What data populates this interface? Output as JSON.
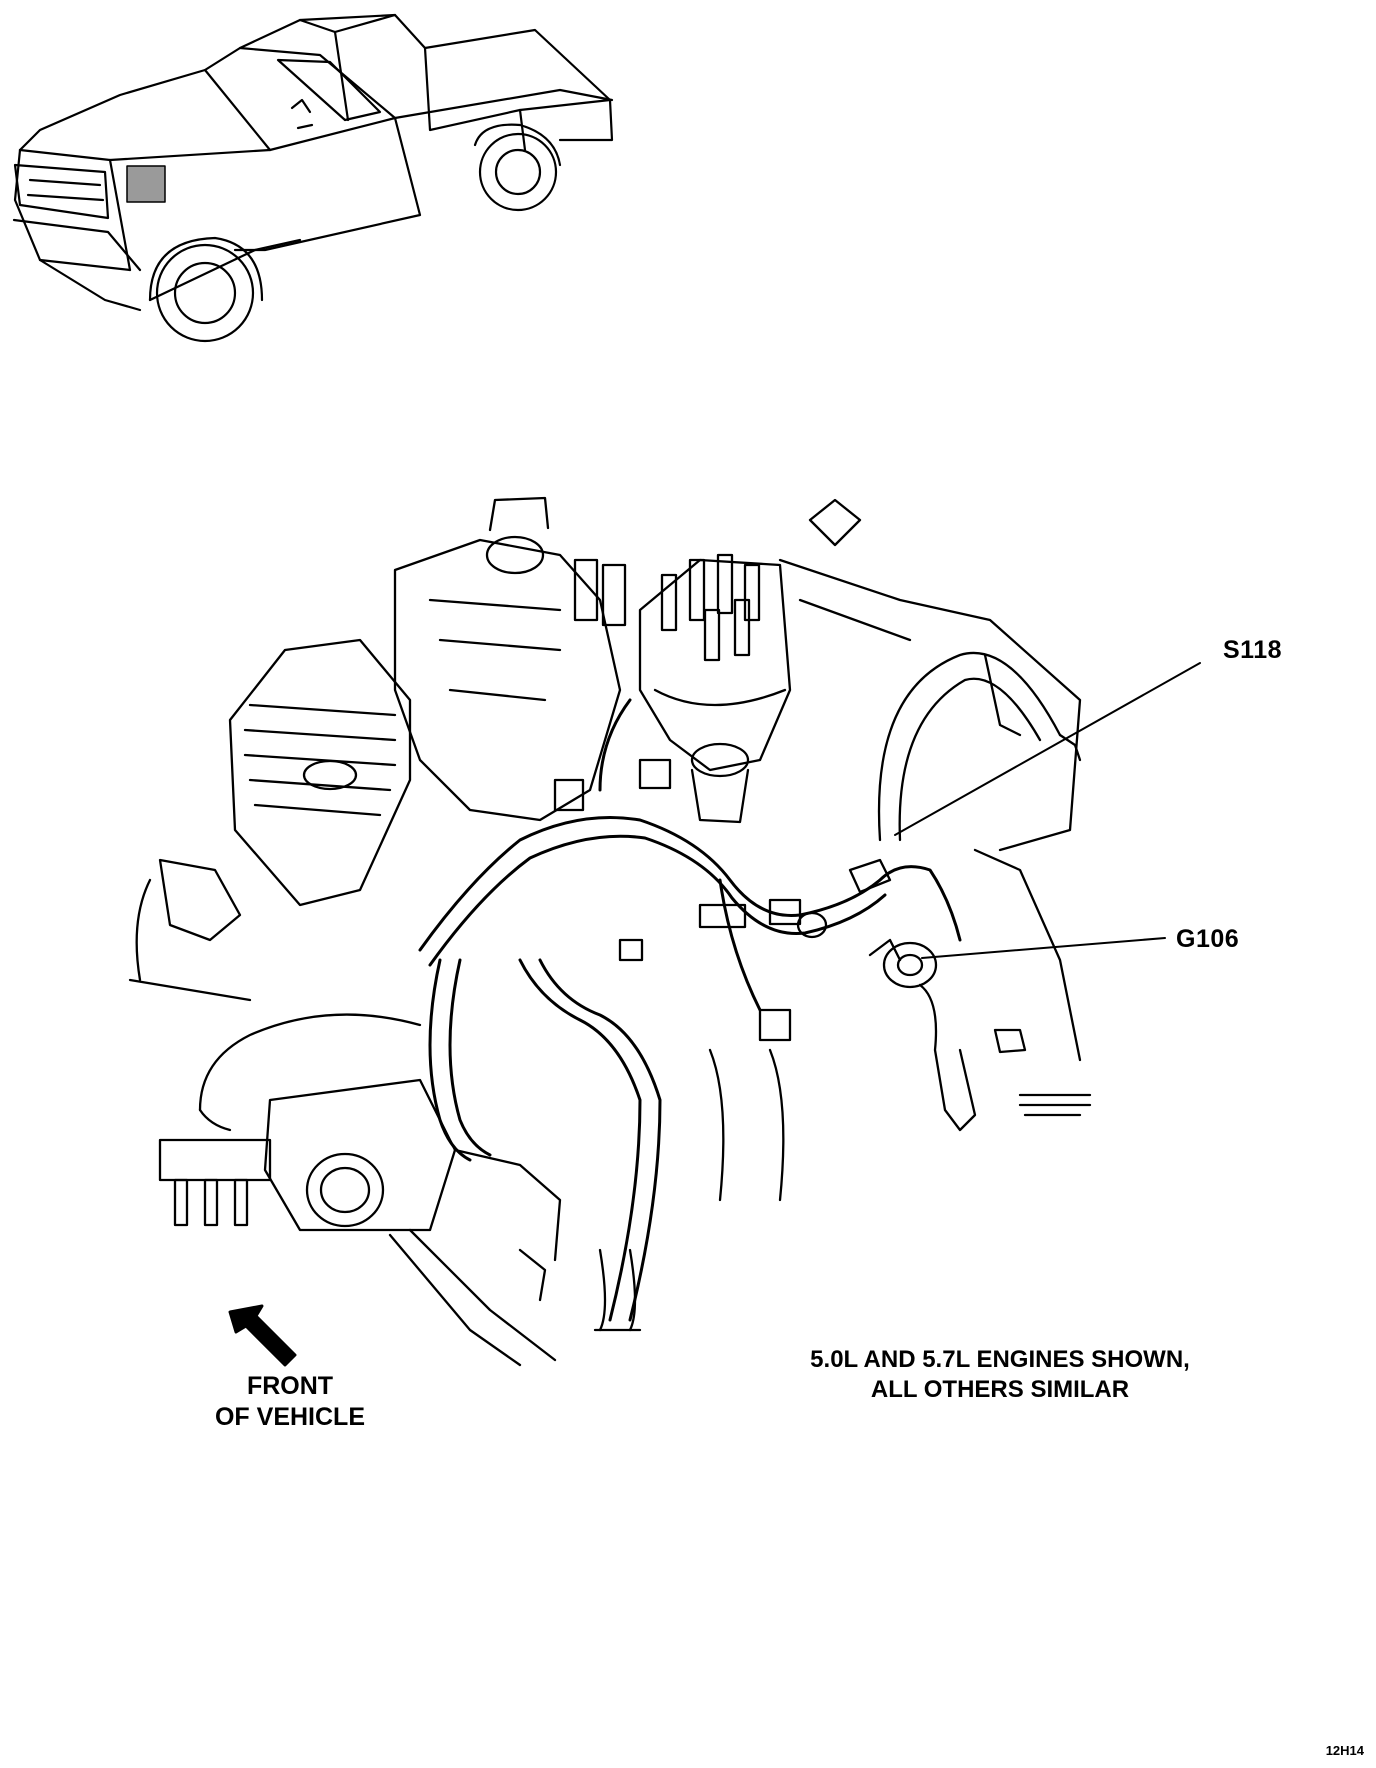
{
  "labels": {
    "s118": "S118",
    "g106": "G106"
  },
  "caption": {
    "line1": "5.0L AND 5.7L ENGINES SHOWN,",
    "line2": "ALL OTHERS SIMILAR"
  },
  "front": {
    "line1": "FRONT",
    "line2": "OF VEHICLE"
  },
  "figure_code": "12H14",
  "colors": {
    "ink": "#000000",
    "paper": "#ffffff",
    "location_marker": "#9a9a9a"
  },
  "icons": {
    "direction": "arrow-up-left-icon",
    "vehicle": "pickup-truck-icon"
  }
}
